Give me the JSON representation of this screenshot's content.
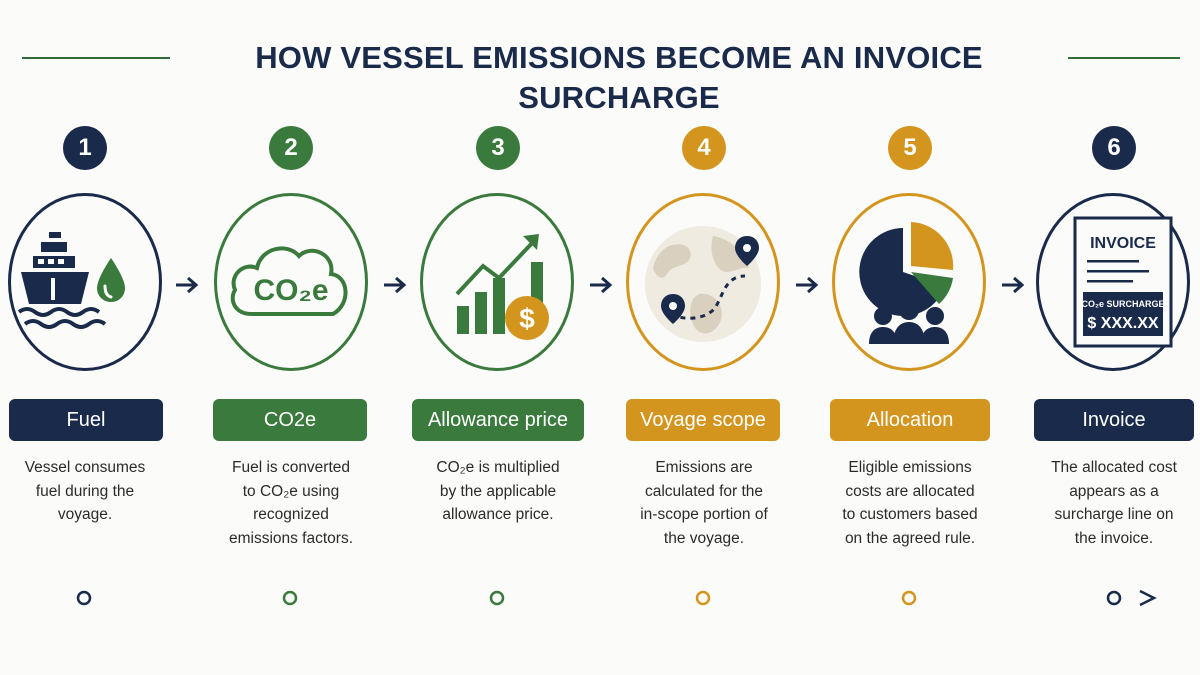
{
  "title": "HOW VESSEL EMISSIONS BECOME AN INVOICE SURCHARGE",
  "colors": {
    "navy": "#1a2a4a",
    "green": "#3a7a3c",
    "amber": "#d4951f",
    "background": "#fbfbf9"
  },
  "steps": [
    {
      "number": "1",
      "label": "Fuel",
      "description": [
        "Vessel consumes",
        "fuel during the",
        "voyage."
      ],
      "icon": "ship-fuel-drop-icon",
      "color": "navy"
    },
    {
      "number": "2",
      "label": "CO2e",
      "description": [
        "Fuel is converted",
        "to CO₂e using",
        "recognized",
        "emissions factors."
      ],
      "icon": "co2e-cloud-icon",
      "icon_text": "CO₂e",
      "color": "green"
    },
    {
      "number": "3",
      "label": "Allowance price",
      "description": [
        "CO₂e is multiplied",
        "by the applicable",
        "allowance price."
      ],
      "icon": "price-growth-chart-icon",
      "color": "green"
    },
    {
      "number": "4",
      "label": "Voyage scope",
      "description": [
        "Emissions are",
        "calculated for the",
        "in-scope portion of",
        "the voyage."
      ],
      "icon": "globe-route-icon",
      "color": "amber"
    },
    {
      "number": "5",
      "label": "Allocation",
      "description": [
        "Eligible emissions",
        "costs are allocated",
        "to customers based",
        "on the agreed rule."
      ],
      "icon": "pie-chart-customers-icon",
      "color": "amber"
    },
    {
      "number": "6",
      "label": "Invoice",
      "description": [
        "The allocated cost",
        "appears as a",
        "surcharge line on",
        "the invoice."
      ],
      "icon": "invoice-document-icon",
      "color": "navy",
      "invoice_heading": "INVOICE",
      "invoice_line_label": "CO₂e SURCHARGE",
      "invoice_amount": "$  XXX.XX"
    }
  ]
}
